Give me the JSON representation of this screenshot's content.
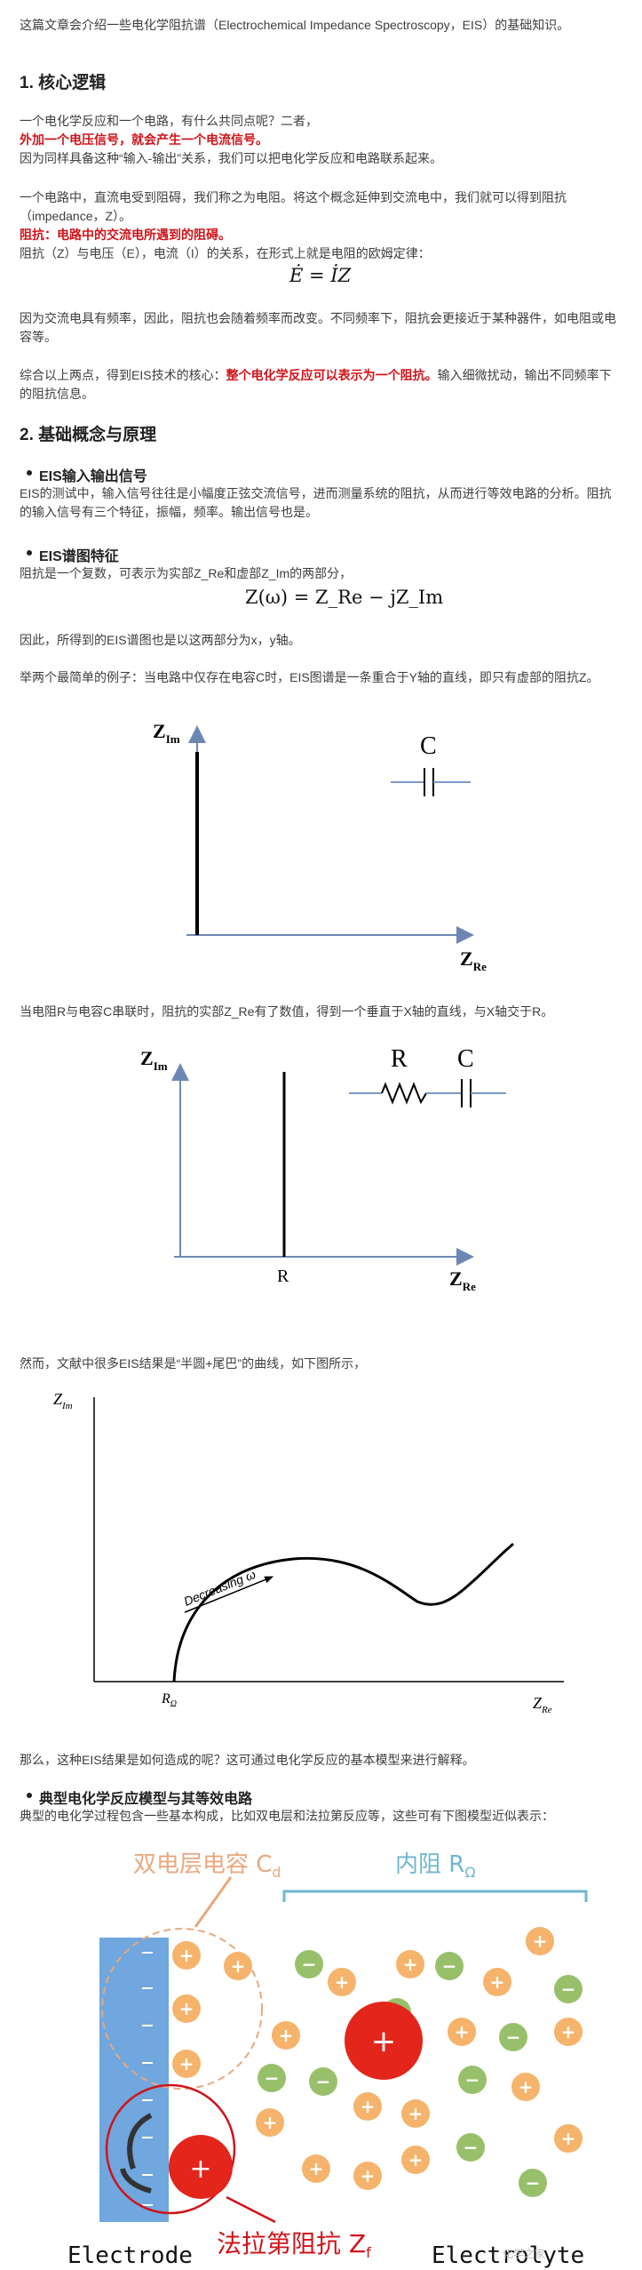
{
  "intro": "这篇文章会介绍一些电化学阻抗谱（Electrochemical Impedance Spectroscopy，EIS）的基础知识。",
  "s1": {
    "title": "1. 核心逻辑",
    "p1a": "一个电化学反应和一个电路，有什么共同点呢？二者，",
    "p1b": "外加一个电压信号，就会产生一个电流信号。",
    "p1c": "因为同样具备这种“输入-输出”关系，我们可以把电化学反应和电路联系起来。",
    "p2a": "一个电路中，直流电受到阻碍，我们称之为电阻。将这个概念延伸到交流电中，我们就可以得到阻抗（impedance，Z）。",
    "p2b": "阻抗：电路中的交流电所遇到的阻碍。",
    "p2c": "阻抗（Z）与电压（E），电流（I）的关系，在形式上就是电阻的欧姆定律：",
    "formula": "Ė = İZ",
    "p3": "因为交流电具有频率，因此，阻抗也会随着频率而改变。不同频率下，阻抗会更接近于某种器件，如电阻或电容等。",
    "p4a": "综合以上两点，得到EIS技术的核心：",
    "p4b": "整个电化学反应可以表示为一个阻抗。",
    "p4c": "输入细微扰动，输出不同频率下的阻抗信息。"
  },
  "s2": {
    "title": "2. 基础概念与原理",
    "sub1": "EIS输入输出信号",
    "sub1_text": "EIS的测试中，输入信号往往是小幅度正弦交流信号，进而测量系统的阻抗，从而进行等效电路的分析。阻抗的输入信号有三个特征，振幅，频率。输出信号也是。",
    "sub2": "EIS谱图特征",
    "sub2_text": "阻抗是一个复数，可表示为实部Z_Re和虚部Z_Im的两部分，",
    "formula2": "Z(ω) = Z_Re − jZ_Im",
    "sub2_text2": "因此，所得到的EIS谱图也是以这两部分为x，y轴。",
    "example1": "举两个最简单的例子：当电路中仅存在电容C时，EIS图谱是一条重合于Y轴的直线，即只有虚部的阻抗Z。",
    "example2": "当电阻R与电容C串联时，阻抗的实部Z_Re有了数值，得到一个垂直于X轴的直线，与X轴交于R。",
    "example3": "然而，文献中很多EIS结果是“半圆+尾巴”的曲线，如下图所示，",
    "example4": "那么，这种EIS结果是如何造成的呢？这可通过电化学反应的基本模型来进行解释。",
    "sub3": "典型电化学反应模型与其等效电路",
    "sub3_text": "典型的电化学过程包含一些基本构成，比如双电层和法拉第反应等，这些可有下图模型近似表示："
  },
  "fig1": {
    "y_axis": "Z",
    "y_sub": "Im",
    "x_axis": "Z",
    "x_sub": "Re",
    "component": "C"
  },
  "fig2": {
    "y_axis": "Z",
    "y_sub": "Im",
    "x_axis": "Z",
    "x_sub": "Re",
    "r_label": "R",
    "c_label": "C",
    "x_mark": "R"
  },
  "fig3": {
    "y_axis": "Z",
    "y_sub": "Im",
    "x_axis": "Z",
    "x_sub": "Re",
    "x_mark": "R",
    "x_mark_sub": "Ω",
    "curve_label": "Decreasing ω"
  },
  "fig4": {
    "double_layer": "双电层电容 C",
    "double_layer_sub": "d",
    "internal_r": "内阻 R",
    "internal_r_sub": "Ω",
    "faradaic": "法拉第阻抗 Z",
    "faradaic_sub": "f",
    "electrode": "Electrode",
    "electrolyte": "Electrolyte",
    "watermark": "化学之家"
  },
  "colors": {
    "red": "#d0131a",
    "electrode": "#6fa7de",
    "plus": "#f5b36b",
    "minus": "#98c06a",
    "bracket": "#6fb6ce"
  }
}
